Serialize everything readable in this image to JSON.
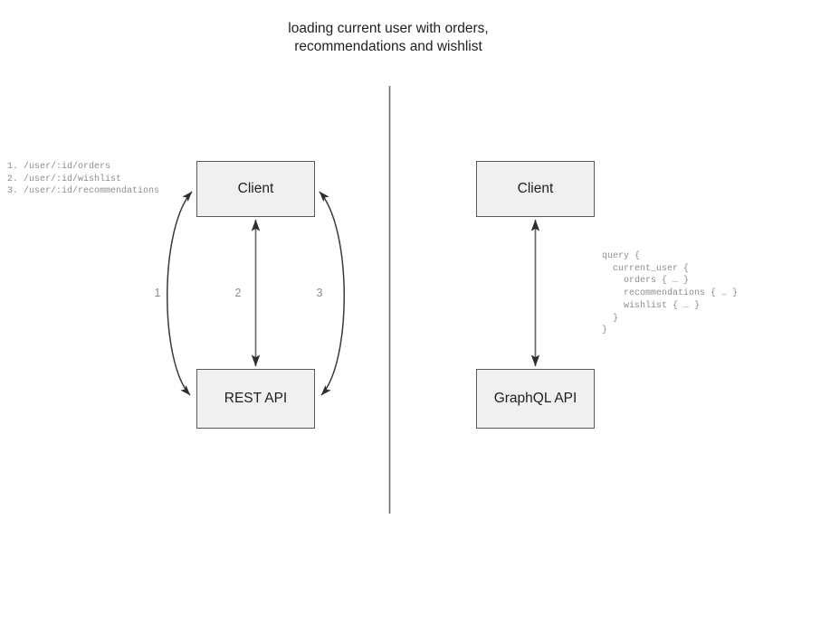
{
  "title": "loading current user with orders,\nrecommendations and wishlist",
  "divider": {
    "orientation": "vertical",
    "color": "#666666"
  },
  "colors": {
    "box_fill": "#f0f0f0",
    "box_border": "#5a5a5a",
    "arrow": "#3a3a3a",
    "code_text": "#8d8d8d",
    "label_text": "#8a8a8a",
    "title_text": "#1f1f1f"
  },
  "left_panel": {
    "name": "rest-approach",
    "client_label": "Client",
    "api_label": "REST API",
    "endpoints": "1. /user/:id/orders\n2. /user/:id/wishlist\n3. /user/:id/recommendations",
    "edges": [
      {
        "label": "1",
        "shape": "curve-left",
        "direction": "bidirectional"
      },
      {
        "label": "2",
        "shape": "straight",
        "direction": "bidirectional"
      },
      {
        "label": "3",
        "shape": "curve-right",
        "direction": "bidirectional"
      }
    ]
  },
  "right_panel": {
    "name": "graphql-approach",
    "client_label": "Client",
    "api_label": "GraphQL API",
    "query": "query {\n  current_user {\n    orders { … }\n    recommendations { … }\n    wishlist { … }\n  }\n}",
    "edges": [
      {
        "label": "",
        "shape": "straight",
        "direction": "bidirectional"
      }
    ]
  }
}
